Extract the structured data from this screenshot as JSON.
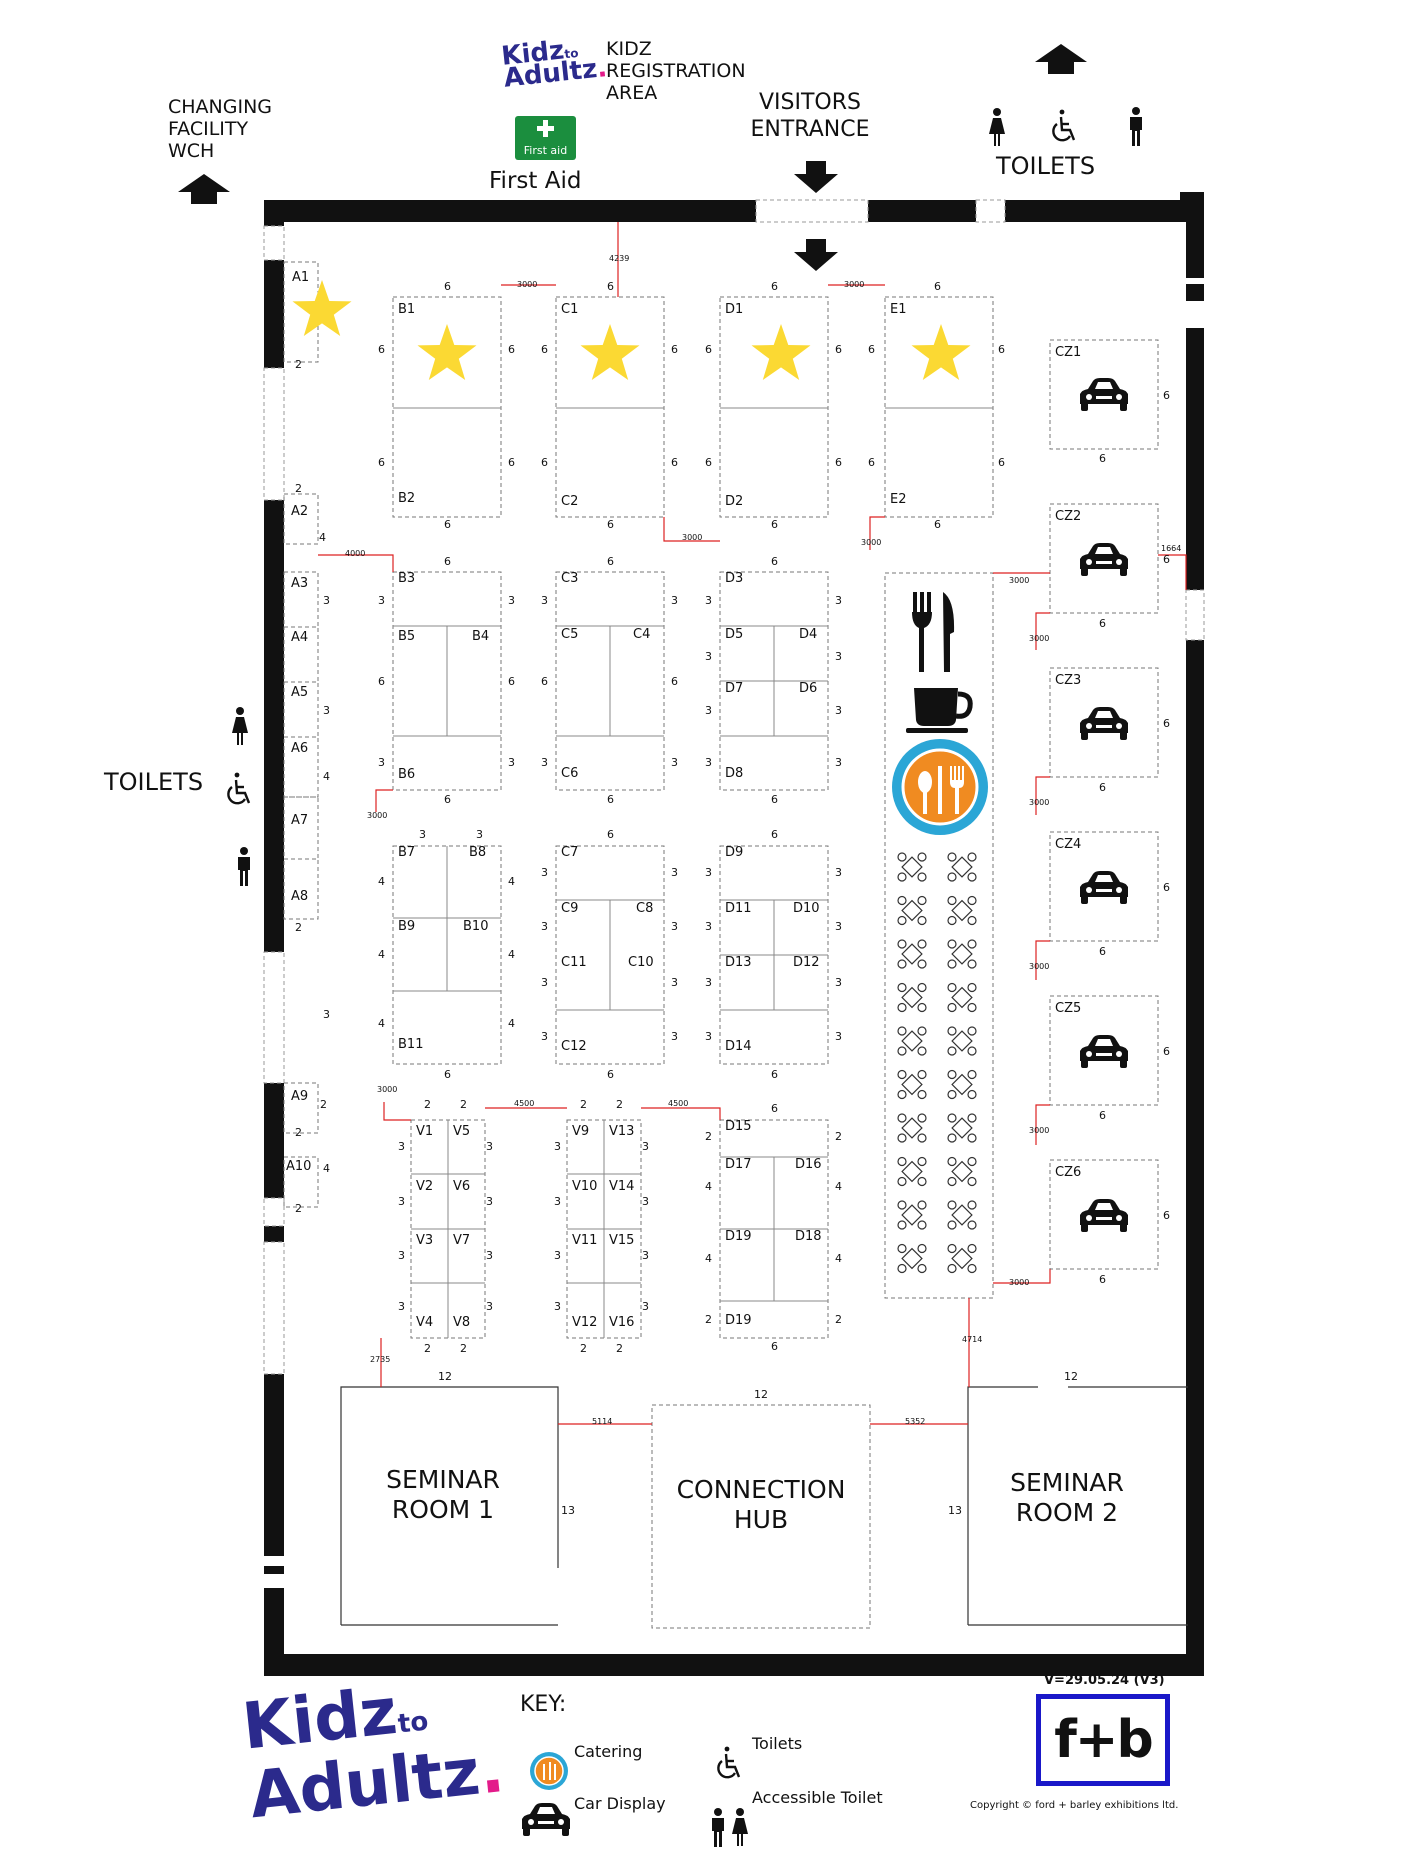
{
  "header": {
    "kidz_area": [
      "KIDZ",
      "REGISTRATION",
      "AREA"
    ],
    "changing": [
      "CHANGING",
      "FACILITY",
      "WCH"
    ],
    "visitors": [
      "VISITORS",
      "ENTRANCE"
    ],
    "toilets_top": "TOILETS",
    "toilets_left": "TOILETS",
    "first_aid_sign": "First aid",
    "first_aid_label": "First Aid"
  },
  "logo": {
    "part1": "Kidz",
    "part2": "to",
    "part3": "Adultz"
  },
  "booths": [
    {
      "id": "A1"
    },
    {
      "id": "A2"
    },
    {
      "id": "A3"
    },
    {
      "id": "A4"
    },
    {
      "id": "A5"
    },
    {
      "id": "A6"
    },
    {
      "id": "A7"
    },
    {
      "id": "A8"
    },
    {
      "id": "A9"
    },
    {
      "id": "A10"
    },
    {
      "id": "B1"
    },
    {
      "id": "B2"
    },
    {
      "id": "B3"
    },
    {
      "id": "B4"
    },
    {
      "id": "B5"
    },
    {
      "id": "B6"
    },
    {
      "id": "B7"
    },
    {
      "id": "B8"
    },
    {
      "id": "B9"
    },
    {
      "id": "B10"
    },
    {
      "id": "B11"
    },
    {
      "id": "C1"
    },
    {
      "id": "C2"
    },
    {
      "id": "C3"
    },
    {
      "id": "C4"
    },
    {
      "id": "C5"
    },
    {
      "id": "C6"
    },
    {
      "id": "C7"
    },
    {
      "id": "C8"
    },
    {
      "id": "C9"
    },
    {
      "id": "C10"
    },
    {
      "id": "C11"
    },
    {
      "id": "C12"
    },
    {
      "id": "D1"
    },
    {
      "id": "D2"
    },
    {
      "id": "D3"
    },
    {
      "id": "D4"
    },
    {
      "id": "D5"
    },
    {
      "id": "D6"
    },
    {
      "id": "D7"
    },
    {
      "id": "D8"
    },
    {
      "id": "D9"
    },
    {
      "id": "D10"
    },
    {
      "id": "D11"
    },
    {
      "id": "D12"
    },
    {
      "id": "D13"
    },
    {
      "id": "D14"
    },
    {
      "id": "D15"
    },
    {
      "id": "D16"
    },
    {
      "id": "D17"
    },
    {
      "id": "D18"
    },
    {
      "id": "D19"
    },
    {
      "id": "D19b",
      "label": "D19"
    },
    {
      "id": "E1"
    },
    {
      "id": "E2"
    },
    {
      "id": "CZ1"
    },
    {
      "id": "CZ2"
    },
    {
      "id": "CZ3"
    },
    {
      "id": "CZ4"
    },
    {
      "id": "CZ5"
    },
    {
      "id": "CZ6"
    },
    {
      "id": "V1"
    },
    {
      "id": "V2"
    },
    {
      "id": "V3"
    },
    {
      "id": "V4"
    },
    {
      "id": "V5"
    },
    {
      "id": "V6"
    },
    {
      "id": "V7"
    },
    {
      "id": "V8"
    },
    {
      "id": "V9"
    },
    {
      "id": "V10"
    },
    {
      "id": "V11"
    },
    {
      "id": "V12"
    },
    {
      "id": "V13"
    },
    {
      "id": "V14"
    },
    {
      "id": "V15"
    },
    {
      "id": "V16"
    }
  ],
  "dims": {
    "d6": "6",
    "d3": "3",
    "d4": "4",
    "d2": "2",
    "d12": "12",
    "d13": "13",
    "g3000": "3000",
    "g4000": "4000",
    "g4239": "4239",
    "g4500": "4500",
    "g2735": "2735",
    "g4714": "4714",
    "g5114": "5114",
    "g5352": "5352",
    "g1664": "1664"
  },
  "rooms": {
    "seminar1": [
      "SEMINAR",
      "ROOM 1"
    ],
    "hub": [
      "CONNECTION",
      "HUB"
    ],
    "seminar2": [
      "SEMINAR",
      "ROOM 2"
    ]
  },
  "key": {
    "title": "KEY:",
    "catering": "Catering",
    "car": "Car Display",
    "toilets": "Toilets",
    "accessible": "Accessible Toilet"
  },
  "version": "V=29.05.24 (V3)",
  "fb_logo": "f+b",
  "copyright": "Copyright © ford + barley exhibitions ltd."
}
